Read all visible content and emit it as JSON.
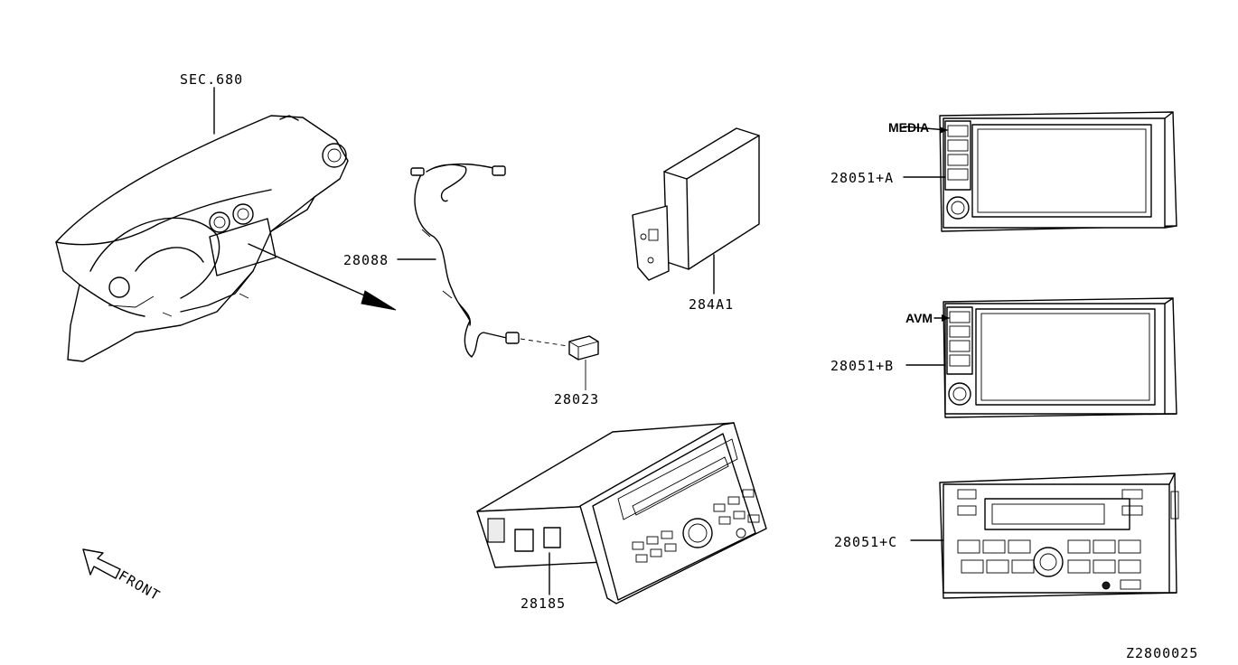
{
  "diagram": {
    "code": "Z2800025",
    "front_label": "FRONT",
    "labels": {
      "sec": "SEC.680",
      "harness": "28088",
      "connector": "28023",
      "module": "284A1",
      "audio_unit": "28185",
      "display_a": "28051+A",
      "display_b": "28051+B",
      "display_c": "28051+C",
      "callout_media": "MEDIA",
      "callout_avm": "AVM"
    }
  }
}
